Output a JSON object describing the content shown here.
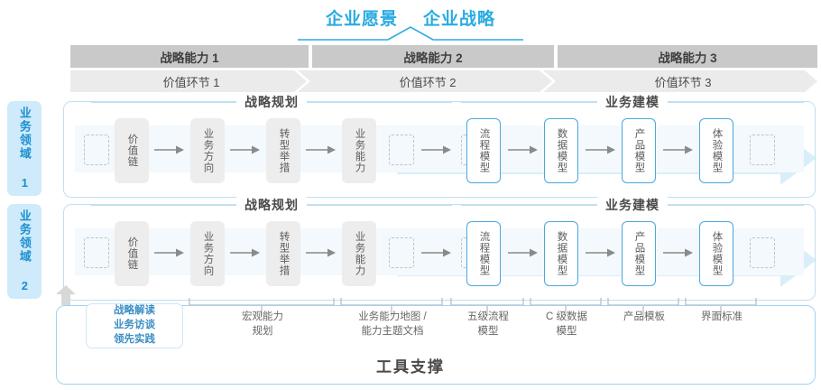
{
  "top": {
    "titles": [
      "企业愿景",
      "企业战略"
    ],
    "accent_color": "#29ABE2"
  },
  "capability_row": {
    "cells": [
      "战略能力 1",
      "战略能力 2",
      "战略能力 3"
    ],
    "background": "#c9c9c9",
    "text_color": "#3f3f3f"
  },
  "value_chain_row": {
    "cells": [
      "价值环节 1",
      "价值环节 2",
      "价值环节 3"
    ],
    "background": "#ebebeb",
    "text_color": "#4a4a4a"
  },
  "domains": [
    {
      "tab_label": "业务领域 1",
      "section_titles": {
        "strategy": "战略规划",
        "modeling": "业务建模"
      },
      "strategy_nodes": [
        "价值链",
        "业务方向",
        "转型举措",
        "业务能力"
      ],
      "modeling_nodes": [
        "流程模型",
        "数据模型",
        "产品模型",
        "体验模型"
      ]
    },
    {
      "tab_label": "业务领域 2",
      "section_titles": {
        "strategy": "战略规划",
        "modeling": "业务建模"
      },
      "strategy_nodes": [
        "价值链",
        "业务方向",
        "转型举措",
        "业务能力"
      ],
      "modeling_nodes": [
        "流程模型",
        "数据模型",
        "产品模型",
        "体验模型"
      ]
    }
  ],
  "tools": {
    "highlight_box": "战略解读\n业务访谈\n领先实践",
    "highlight_lines": [
      "战略解读",
      "业务访谈",
      "领先实践"
    ],
    "labels": [
      "宏观能力\n规划",
      "业务能力地图 /\n能力主题文档",
      "五级流程\n模型",
      "C 级数据\n模型",
      "产品模板",
      "界面标准"
    ],
    "label_lines": [
      [
        "宏观能力",
        "规划"
      ],
      [
        "业务能力地图 /",
        "能力主题文档"
      ],
      [
        "五级流程",
        "模型"
      ],
      [
        "C 级数据",
        "模型"
      ],
      [
        "产品模板",
        ""
      ],
      [
        "界面标准",
        ""
      ]
    ],
    "support_title": "工具支撑"
  },
  "colors": {
    "accent_blue": "#29ABE2",
    "node_blue_border": "#4aa8dd",
    "node_gray_bg": "#ededed",
    "tab_bg": "#cfeafa",
    "tab_text": "#1b8fd0",
    "band_arrow": "#daeef9",
    "track_bg": "#f3f9fd",
    "container_border": "#bfe0f2"
  }
}
